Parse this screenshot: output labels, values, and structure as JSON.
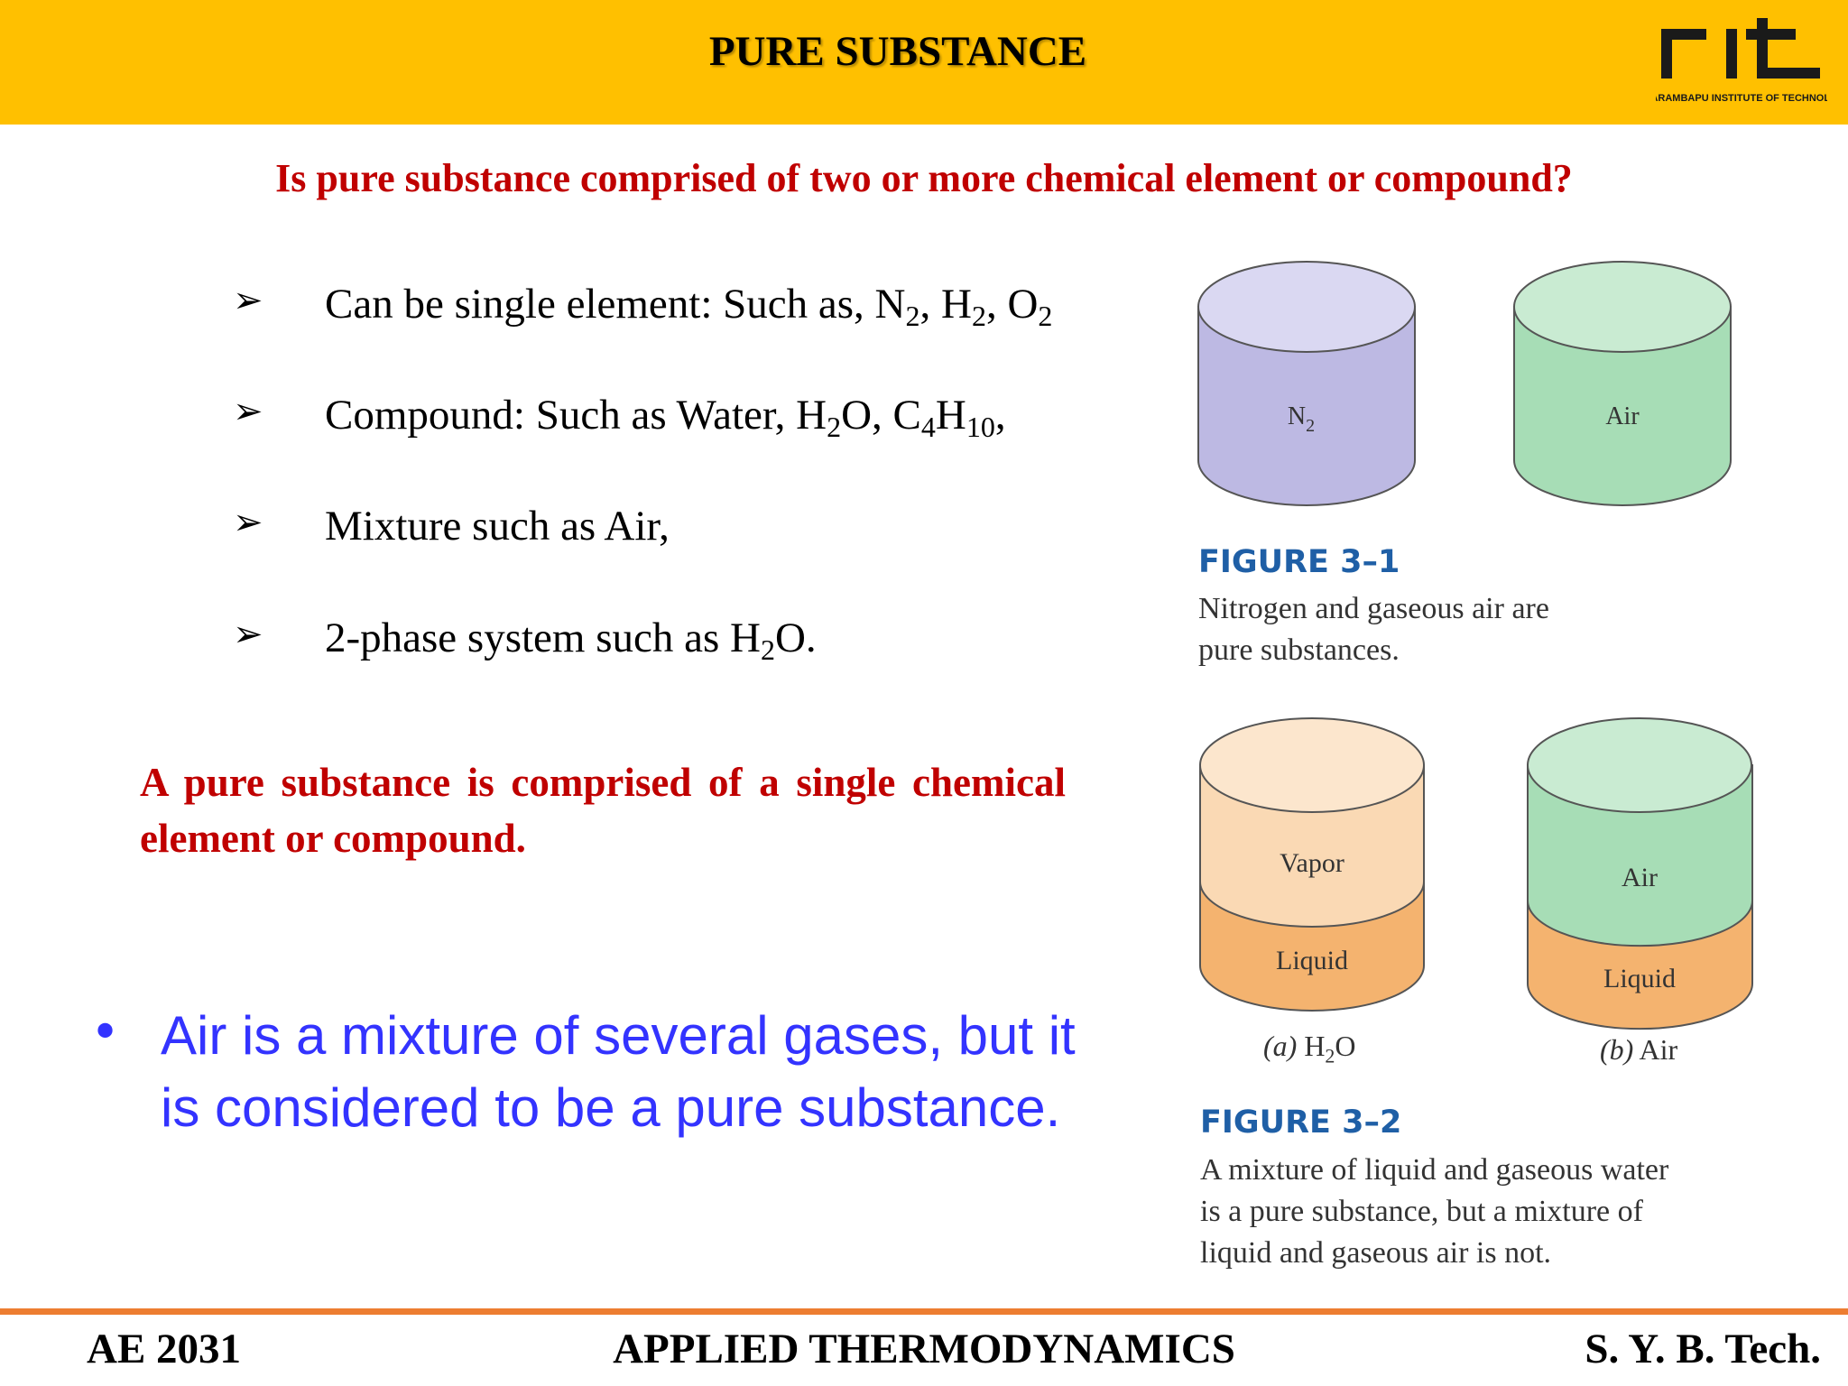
{
  "header": {
    "title": "PURE SUBSTANCE",
    "logo_text": "rit",
    "logo_caption": "RAJARAMBAPU INSTITUTE OF TECHNOLOGY"
  },
  "question": "Is pure substance comprised of two or more chemical element or compound?",
  "bullets": {
    "b1": {
      "text": "Can be single element: Such as, N",
      "s1": "2",
      "t2": ", H",
      "s2": "2",
      "t3": ", O",
      "s3": "2"
    },
    "b2": {
      "text": "Compound: Such as Water, H",
      "s1": "2",
      "t2": "O, C",
      "s2": "4",
      "t3": "H",
      "s3": "10",
      "t4": ","
    },
    "b3": {
      "text": "Mixture such as Air,"
    },
    "b4": {
      "text": "2-phase system such as H",
      "s1": "2",
      "t2": "O."
    }
  },
  "definition": "A pure substance is comprised of a single chemical element or compound.",
  "note": "Air is a mixture of several gases, but it is considered to be a pure substance.",
  "figure1": {
    "n2_label": "N",
    "n2_sub": "2",
    "air_label": "Air",
    "title": "FIGURE 3–1",
    "caption_line1": "Nitrogen and gaseous air are",
    "caption_line2": "pure substances."
  },
  "figure2": {
    "vapor_label": "Vapor",
    "liquid_label_a": "Liquid",
    "air_label": "Air",
    "liquid_label_b": "Liquid",
    "sub_a_prefix": "(a)",
    "sub_a_text": " H",
    "sub_a_sub": "2",
    "sub_a_tail": "O",
    "sub_b_prefix": "(b)",
    "sub_b_text": " Air",
    "title": "FIGURE 3–2",
    "caption_line1": "A mixture of liquid and gaseous water",
    "caption_line2": "is a pure substance, but a mixture of",
    "caption_line3": "liquid and gaseous air is not."
  },
  "footer": {
    "left": "AE 2031",
    "center": "APPLIED THERMODYNAMICS",
    "right": "S. Y. B. Tech."
  },
  "colors": {
    "header_bg": "#FFC000",
    "question_red": "#C00000",
    "note_blue": "#3333FF",
    "figure_title_blue": "#1F5FA6",
    "footer_line": "#ED7D31"
  }
}
